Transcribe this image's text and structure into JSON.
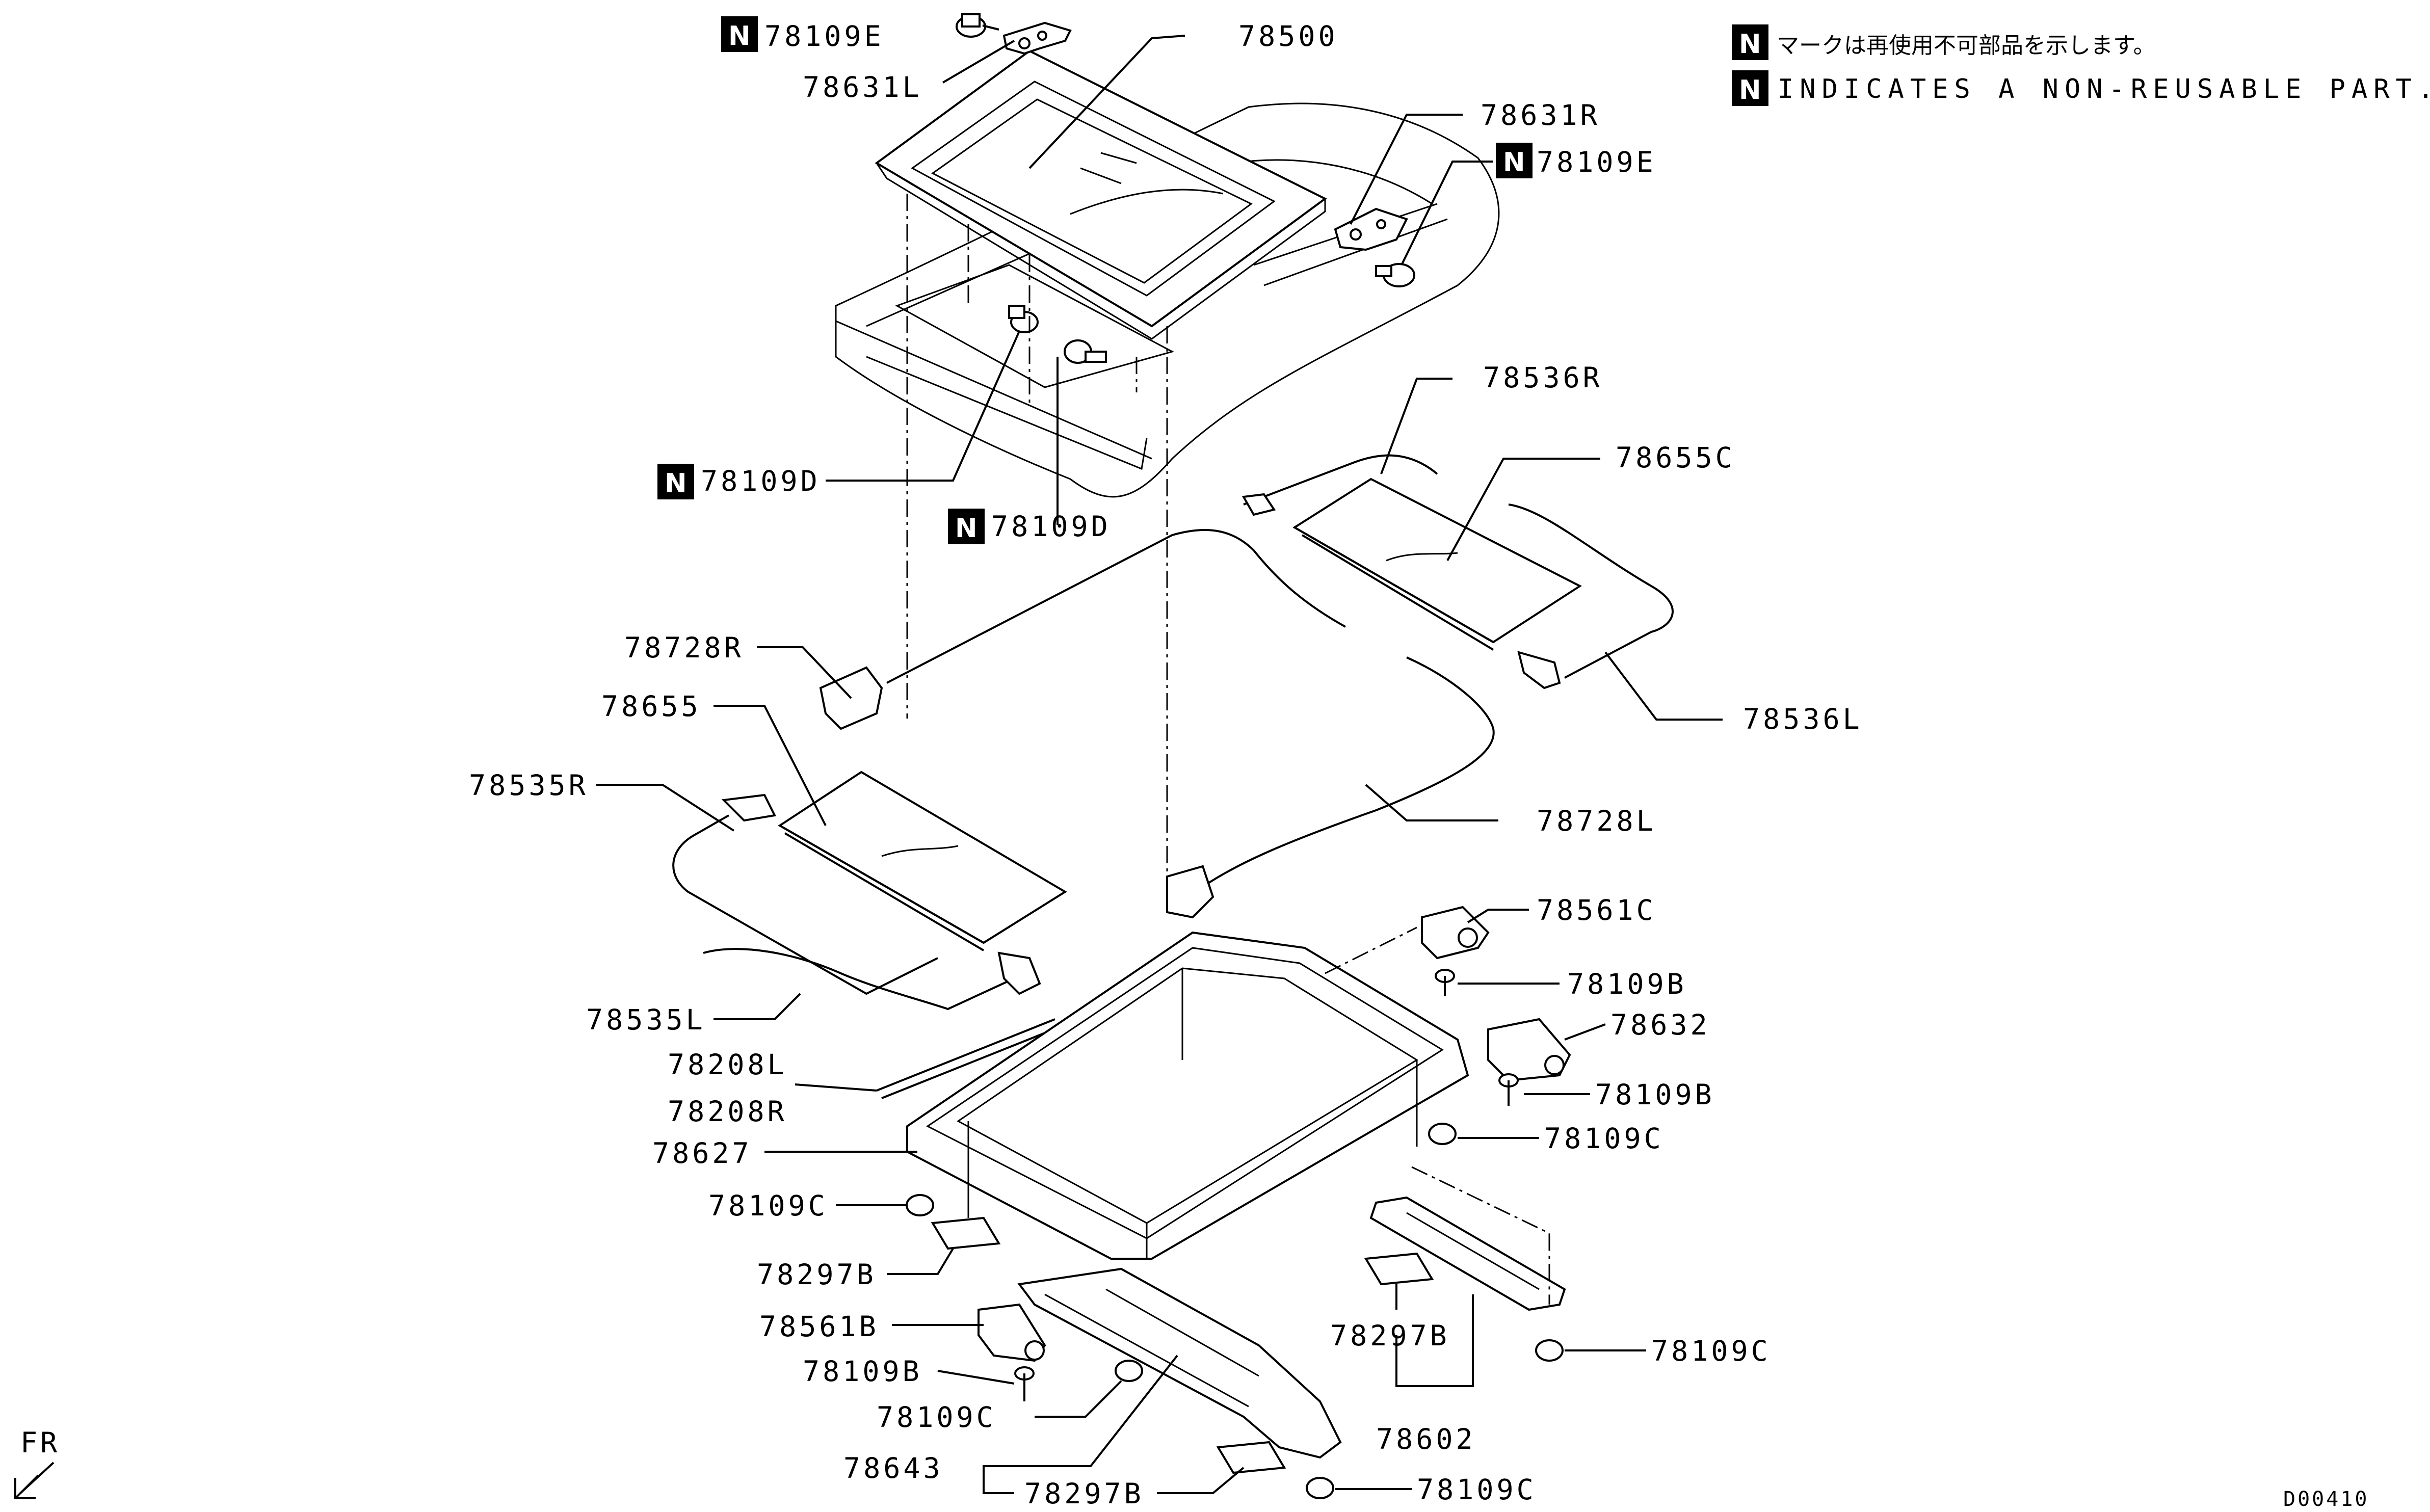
{
  "legend": {
    "badge": "N",
    "japanese": "マークは再使用不可部品を示します。",
    "english": "INDICATES A NON-REUSABLE PART."
  },
  "reference_code": "D00410",
  "front_marker": "FR",
  "labels": {
    "l_78109E_top": "78109E",
    "l_78631L": "78631L",
    "l_78500": "78500",
    "l_78631R": "78631R",
    "l_78109E_right": "78109E",
    "l_78536R": "78536R",
    "l_78655C": "78655C",
    "l_78109D_left": "78109D",
    "l_78109D_mid": "78109D",
    "l_78728R": "78728R",
    "l_78655": "78655",
    "l_78536L": "78536L",
    "l_78535R": "78535R",
    "l_78728L": "78728L",
    "l_78561C": "78561C",
    "l_78109B_a": "78109B",
    "l_78632": "78632",
    "l_78535L": "78535L",
    "l_78109B_b": "78109B",
    "l_78208L": "78208L",
    "l_78208R": "78208R",
    "l_78109C_a": "78109C",
    "l_78627": "78627",
    "l_78109C_b": "78109C",
    "l_78297B_a": "78297B",
    "l_78561B": "78561B",
    "l_78297B_b": "78297B",
    "l_78109C_c": "78109C",
    "l_78109B_c": "78109B",
    "l_78109C_d": "78109C",
    "l_78602": "78602",
    "l_78643": "78643",
    "l_78297B_c": "78297B",
    "l_78109C_e": "78109C"
  }
}
